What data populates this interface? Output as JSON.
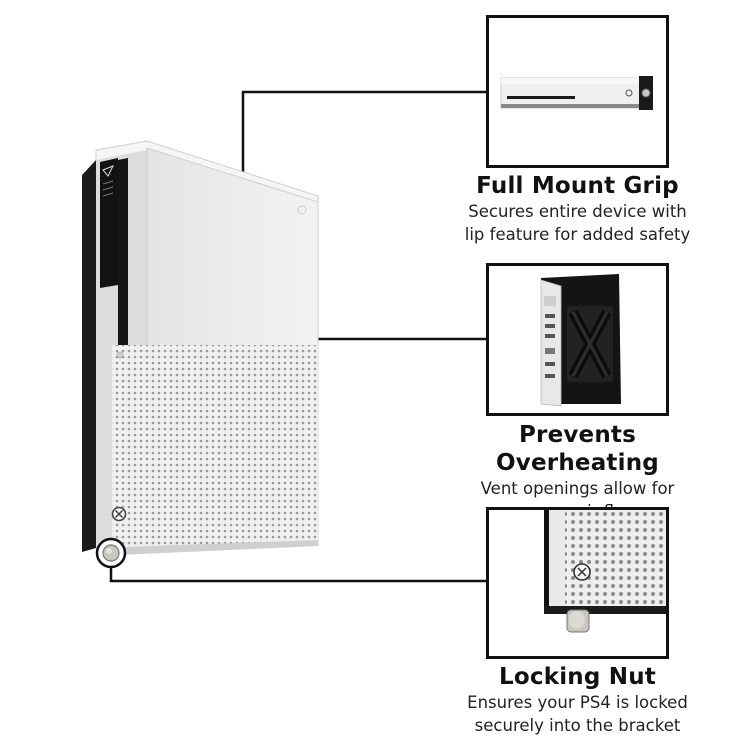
{
  "features": [
    {
      "title": "Full Mount Grip",
      "description_line1": "Secures entire device with",
      "description_line2": "lip feature for added safety",
      "image_icon": "console-top-with-lip-photo"
    },
    {
      "title": "Prevents Overheating",
      "description_line1": "Vent openings allow for",
      "description_line2": "proper air flow",
      "image_icon": "console-in-black-bracket-photo"
    },
    {
      "title": "Locking Nut",
      "description_line1": "Ensures your PS4 is locked",
      "description_line2": "securely into the bracket",
      "image_icon": "locking-nut-closeup-photo"
    }
  ],
  "main_image_icon": "wall-mounted-white-console",
  "colors": {
    "line": "#111111",
    "console": "#e9e9e9",
    "bracket": "#111111",
    "nut": "#bdbab3"
  }
}
